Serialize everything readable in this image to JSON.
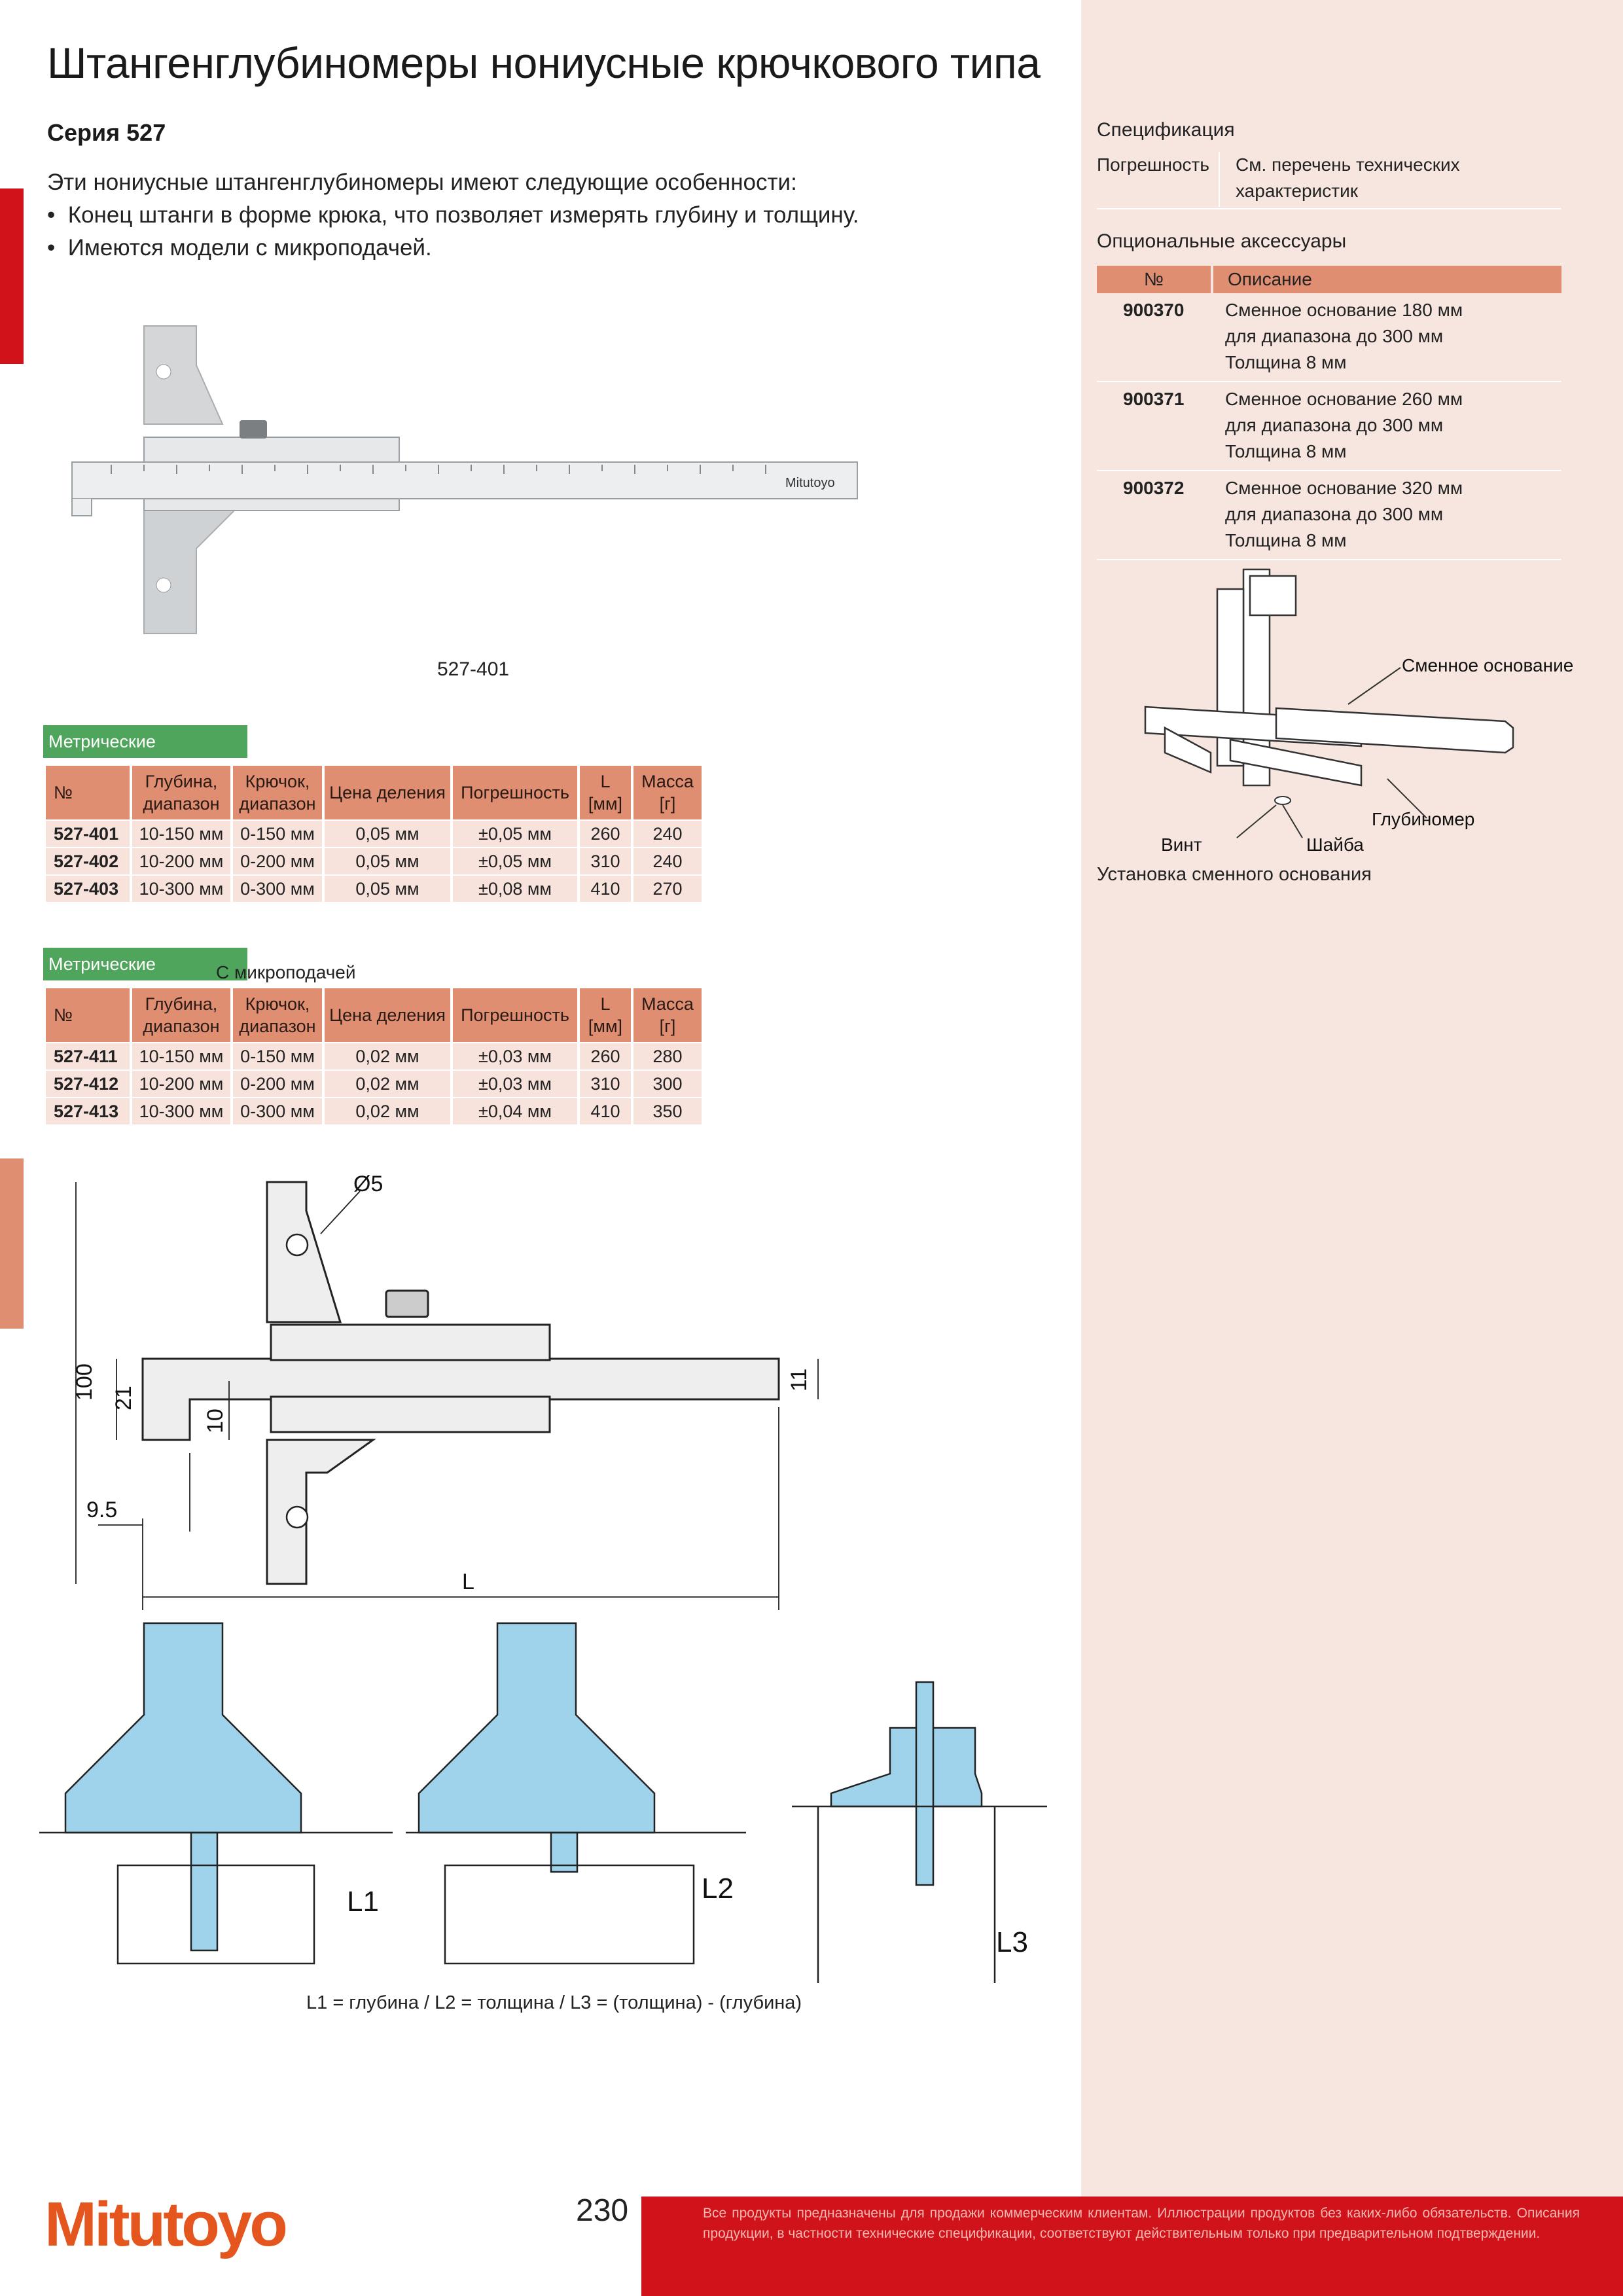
{
  "title": "Штангенглубиномеры нониусные крючкового типа",
  "series": "Серия 527",
  "intro": {
    "lead": "Эти нониусные штангенглубиномеры имеют следующие особенности:",
    "bullets": [
      "Конец штанги в форме крюка, что позволяет измерять глубину и толщину.",
      "Имеются модели с микроподачей."
    ]
  },
  "photo": {
    "brand": "Mitutoyo",
    "caption": "527-401"
  },
  "table_headers": [
    "№",
    "Глубина, диапазон",
    "Крючок, диапазон",
    "Цена деления",
    "Погрешность",
    "L [мм]",
    "Масса [г]"
  ],
  "table1": {
    "tag": "Метрические",
    "rows": [
      [
        "527-401",
        "10-150 мм",
        "0-150 мм",
        "0,05 мм",
        "±0,05 мм",
        "260",
        "240"
      ],
      [
        "527-402",
        "10-200 мм",
        "0-200 мм",
        "0,05 мм",
        "±0,05 мм",
        "310",
        "240"
      ],
      [
        "527-403",
        "10-300 мм",
        "0-300 мм",
        "0,05 мм",
        "±0,08 мм",
        "410",
        "270"
      ]
    ]
  },
  "table2": {
    "tag": "Метрические",
    "subcaption": "С микроподачей",
    "rows": [
      [
        "527-411",
        "10-150 мм",
        "0-150 мм",
        "0,02 мм",
        "±0,03 мм",
        "260",
        "280"
      ],
      [
        "527-412",
        "10-200 мм",
        "0-200 мм",
        "0,02 мм",
        "±0,03 мм",
        "310",
        "300"
      ],
      [
        "527-413",
        "10-300 мм",
        "0-300 мм",
        "0,02 мм",
        "±0,04 мм",
        "410",
        "350"
      ]
    ]
  },
  "panel": {
    "spec_heading": "Спецификация",
    "spec_label": "Погрешность",
    "spec_value_line1": "См. перечень технических",
    "spec_value_line2": "характеристик",
    "acc_heading": "Опциональные аксессуары",
    "acc_col1": "№",
    "acc_col2": "Описание",
    "accessories": [
      {
        "no": "900370",
        "l1": "Сменное основание 180 мм",
        "l2": "для диапазона до 300 мм",
        "l3": "Толщина 8 мм"
      },
      {
        "no": "900371",
        "l1": "Сменное основание 260 мм",
        "l2": "для диапазона до 300 мм",
        "l3": "Толщина 8 мм"
      },
      {
        "no": "900372",
        "l1": "Сменное основание 320 мм",
        "l2": "для диапазона до 300 мм",
        "l3": "Толщина 8 мм"
      }
    ],
    "diagram_labels": {
      "base": "Сменное основание",
      "gauge": "Глубиномер",
      "screw": "Винт",
      "washer": "Шайба"
    },
    "diagram_caption": "Установка сменного основания"
  },
  "dimensions": {
    "diameter": "Ø5",
    "d100": "100",
    "d21": "21",
    "d10": "10",
    "d11": "11",
    "d95": "9.5",
    "L": "L"
  },
  "usage": {
    "l1": "L1",
    "l2": "L2",
    "l3": "L3",
    "caption": "L1 = глубина / L2 = толщина / L3 = (толщина) - (глубина)"
  },
  "footer": {
    "page": "230",
    "logo": "Mitutoyo",
    "disclaimer": "Все продукты предназначены для продажи коммерческим клиентам. Иллюстрации продуктов без каких-либо обязательств. Описания продукции, в частности технические спецификации, соответствуют действительным только при предварительном подтверждении."
  }
}
